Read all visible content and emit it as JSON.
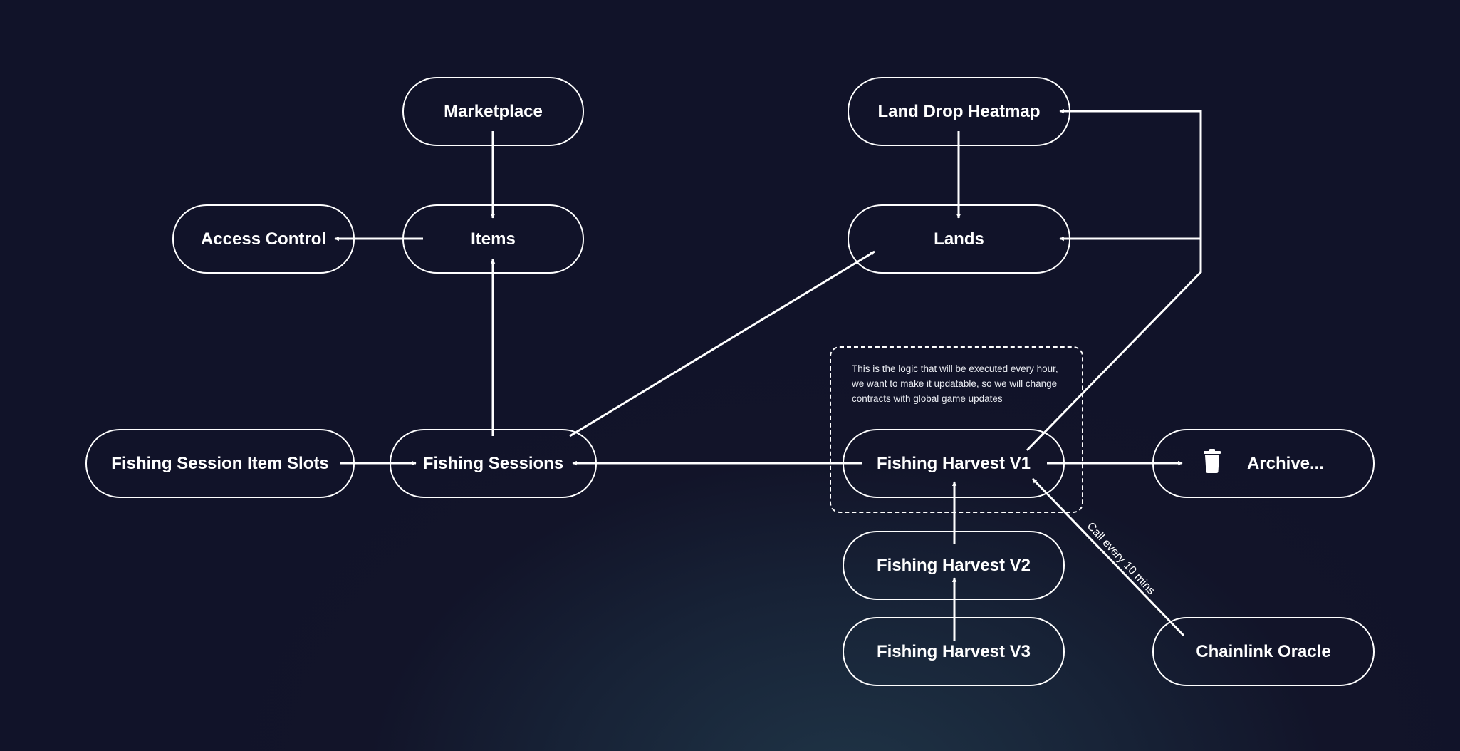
{
  "nodes": {
    "marketplace": "Marketplace",
    "items": "Items",
    "access_control": "Access Control",
    "land_drop_heatmap": "Land Drop Heatmap",
    "lands": "Lands",
    "fishing_session_item_slots": "Fishing Session Item Slots",
    "fishing_sessions": "Fishing Sessions",
    "fishing_harvest_v1": "Fishing Harvest V1",
    "fishing_harvest_v2": "Fishing Harvest V2",
    "fishing_harvest_v3": "Fishing Harvest V3",
    "archive": "Archive...",
    "chainlink_oracle": "Chainlink Oracle"
  },
  "note": "This is the logic that will be executed every hour, we want to make it updatable, so we will change contracts with global game updates",
  "edge_label": "Call every 10 mins",
  "icons": {
    "archive": "trash-icon"
  },
  "colors": {
    "line": "#ffffff",
    "background": "#121429"
  }
}
